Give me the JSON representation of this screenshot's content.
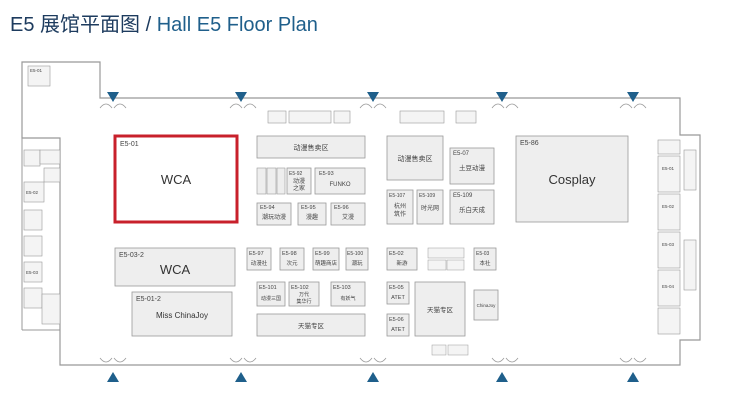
{
  "title": {
    "cn": "E5 展馆平面图",
    "separator": "/",
    "en": "Hall E5 Floor Plan"
  },
  "colors": {
    "title": "#1d3b5e",
    "title_en": "#1f5f8b",
    "highlight": "#c8202b",
    "marker": "#1f5f8b",
    "booth_fill": "#eeeeee",
    "outline": "#999999"
  },
  "booths": {
    "e5_01_id": "E5-01",
    "wca_main": "WCA",
    "e5_03_2_id": "E5-03-2",
    "wca_second": "WCA",
    "e5_01_2_id": "E5-01-2",
    "miss_chinajoy": "Miss ChinaJoy",
    "anime_zone_top": "动漫售卖区",
    "e5_92_id": "E5-92",
    "e5_92_name1": "动漫",
    "e5_92_name2": "之家",
    "e5_93_id": "E5-93",
    "funko": "FUNKO",
    "e5_94_id": "E5-94",
    "e5_94_name": "潮玩动漫",
    "e5_95_id": "E5-95",
    "e5_95_name": "漫趣",
    "e5_96_id": "E5-96",
    "e5_96_name": "艾漫",
    "anime_zone_mid": "动漫售卖区",
    "e5_07_id": "E5-07",
    "e5_07_name": "土豆动漫",
    "e5_107_id": "E5-107",
    "e5_107_name1": "杭州",
    "e5_107_name2": "筑作",
    "e5_109a_id": "E5-109",
    "e5_109a_name": "时光网",
    "e5_109b_id": "E5-109",
    "e5_109b_name": "乐白天成",
    "e5_86_id": "E5-86",
    "cosplay": "Cosplay",
    "e5_97_id": "E5-97",
    "e5_97_name": "动漫社",
    "e5_98_id": "E5-98",
    "e5_98_name": "次元",
    "e5_99_id": "E5-99",
    "e5_99_name": "萌趣商店",
    "e5_100_id": "E5-100",
    "e5_100_name": "潮玩",
    "e5_02_id": "E5-02",
    "e5_02_name": "新游",
    "e5_03_id": "E5-03",
    "e5_03_name": "本社",
    "e5_101_id": "E5-101",
    "e5_101_name": "动漫三国",
    "e5_102_id": "E5-102",
    "e5_102_name1": "万代",
    "e5_102_name2": "集华行",
    "e5_103_id": "E5-103",
    "e5_103_name": "有妖气",
    "e5_05_id": "E5-05",
    "e5_05_name": "ATET",
    "e5_06_id": "E5-06",
    "e5_06_name": "ATET",
    "tmall_center": "天猫专区",
    "tmall_bottom": "天猫专区",
    "chinajoy_side": "ChinaJoy",
    "left_e5_01": "E5-01",
    "left_e5_02": "E5-02",
    "left_e5_03": "E5-03",
    "right_e5_01": "E5-01",
    "right_e5_02": "E5-02",
    "right_e5_03": "E5-03",
    "right_e5_04": "E5-04"
  }
}
